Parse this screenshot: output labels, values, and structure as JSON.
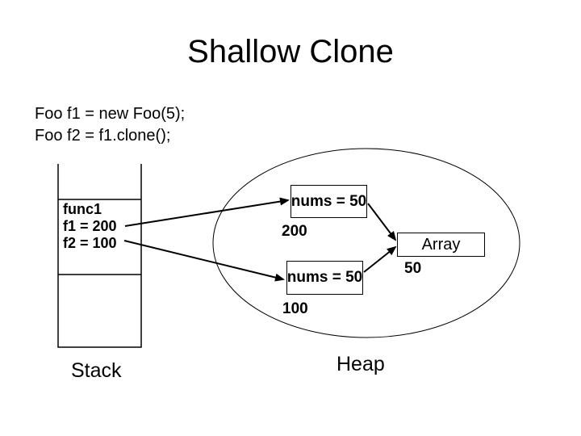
{
  "slide": {
    "title": "Shallow Clone",
    "code_lines": [
      "Foo f1 = new Foo(5);",
      "Foo f2 = f1.clone();"
    ]
  },
  "stack": {
    "label": "Stack",
    "frame": {
      "name": "func1",
      "vars": [
        "f1 = 200",
        "f2 = 100"
      ]
    }
  },
  "heap": {
    "label": "Heap",
    "objects": [
      {
        "field": "nums = 50",
        "address": "200"
      },
      {
        "field": "nums = 50",
        "address": "100"
      }
    ],
    "array": {
      "label": "Array",
      "address": "50"
    }
  },
  "colors": {
    "background": "#ffffff",
    "ink": "#000000"
  }
}
